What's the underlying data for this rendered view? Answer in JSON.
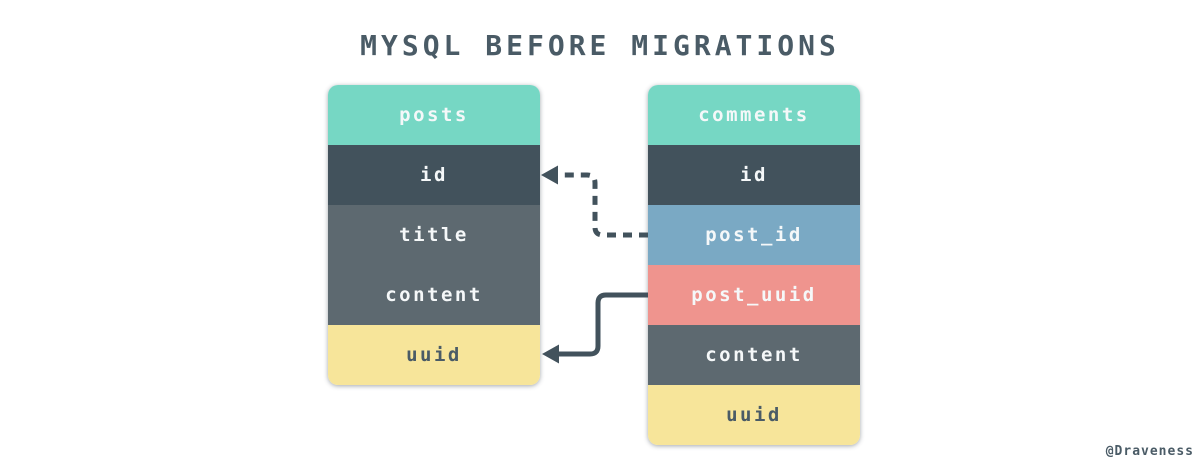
{
  "title": "MYSQL BEFORE MIGRATIONS",
  "watermark": "@Draveness",
  "colors": {
    "header_teal": "#76D7C4",
    "row_dark": "#42525C",
    "row_gray": "#5D6970",
    "row_yellow": "#F7E59A",
    "row_blue": "#7AA9C4",
    "row_salmon": "#EF948E",
    "arrow_ink": "#42525C",
    "title_ink": "#4A5B66",
    "text_light": "#F5F8F9",
    "background": "#FFFFFF"
  },
  "tables": {
    "posts": {
      "name": "posts",
      "rows": [
        {
          "label": "id",
          "color": "row_dark"
        },
        {
          "label": "title",
          "color": "row_gray"
        },
        {
          "label": "content",
          "color": "row_gray"
        },
        {
          "label": "uuid",
          "color": "row_yellow"
        }
      ]
    },
    "comments": {
      "name": "comments",
      "rows": [
        {
          "label": "id",
          "color": "row_dark"
        },
        {
          "label": "post_id",
          "color": "row_blue"
        },
        {
          "label": "post_uuid",
          "color": "row_salmon"
        },
        {
          "label": "content",
          "color": "row_gray"
        },
        {
          "label": "uuid",
          "color": "row_yellow"
        }
      ]
    }
  },
  "relations": [
    {
      "name": "comments.post_id to posts.id",
      "style": "dashed"
    },
    {
      "name": "comments.post_uuid to posts.uuid",
      "style": "solid"
    }
  ]
}
